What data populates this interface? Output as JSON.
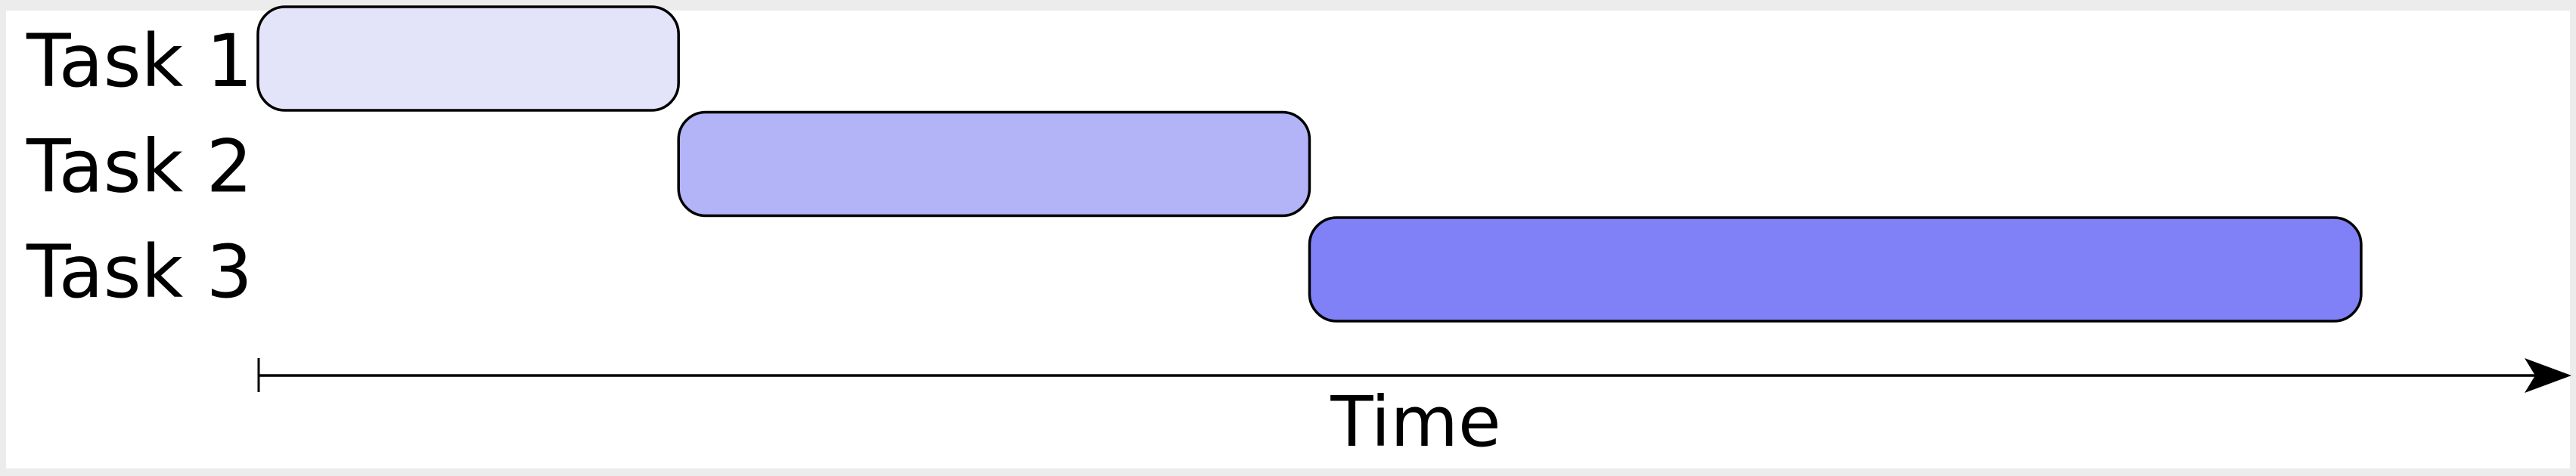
{
  "chart_data": {
    "type": "gantt",
    "title": "",
    "xlabel": "Time",
    "xlim": [
      0,
      11
    ],
    "tasks": [
      {
        "label": "Task 1",
        "start": 0,
        "end": 2,
        "color": "#e3e3fa"
      },
      {
        "label": "Task 2",
        "start": 2,
        "end": 5,
        "color": "#b3b3f7"
      },
      {
        "label": "Task 3",
        "start": 5,
        "end": 10,
        "color": "#8080f7"
      }
    ]
  }
}
